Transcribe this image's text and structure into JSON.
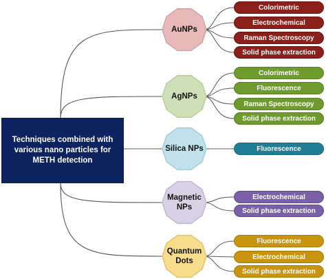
{
  "root": {
    "label": "Techniques combined with various nano particles for METH detection"
  },
  "categories": [
    {
      "id": "aunps",
      "label": "AuNPs",
      "node_fill": "#e7b9b9",
      "node_stroke": "#cfa3a3",
      "pill_fill": "#8b1f1a",
      "pill_stroke": "#6a1410",
      "techniques": [
        "Colorimetric",
        "Electrochemical",
        "Raman Spectroscopy",
        "Solid phase extraction"
      ]
    },
    {
      "id": "agnps",
      "label": "AgNPs",
      "node_fill": "#cfe0b6",
      "node_stroke": "#b7cc98",
      "pill_fill": "#6e9a2e",
      "pill_stroke": "#577e22",
      "techniques": [
        "Colorimetric",
        "Fluorescence",
        "Raman Spectroscopy",
        "Solid phase extraction"
      ]
    },
    {
      "id": "silica",
      "label": "Silica NPs",
      "node_fill": "#bfe2ec",
      "node_stroke": "#a3ccd9",
      "pill_fill": "#1f7e96",
      "pill_stroke": "#15657a",
      "techniques": [
        "Fluorescence"
      ]
    },
    {
      "id": "magnetic",
      "label": "Magnetic NPs",
      "node_fill": "#d9d2e6",
      "node_stroke": "#c1b7d3",
      "pill_fill": "#7a60a8",
      "pill_stroke": "#61498c",
      "techniques": [
        "Electrochemical",
        "Solid phase extraction"
      ]
    },
    {
      "id": "quantum",
      "label": "Quantum Dots",
      "node_fill": "#f7dc8c",
      "node_stroke": "#e0c26c",
      "pill_fill": "#c9940f",
      "pill_stroke": "#a67a08",
      "techniques": [
        "Fluorescence",
        "Electrochemical",
        "Solid phase extraction"
      ]
    }
  ],
  "connector_color": "#555555"
}
